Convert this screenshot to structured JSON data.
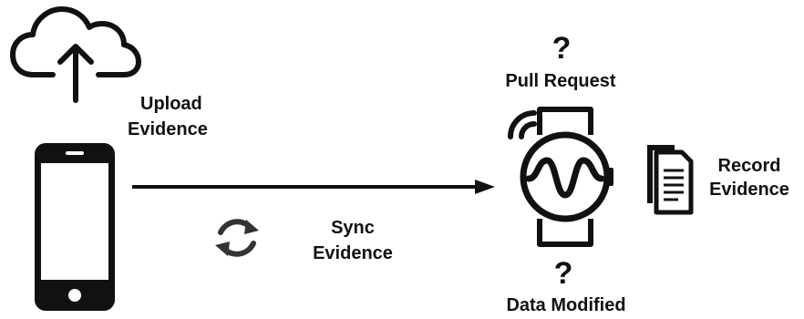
{
  "diagram": {
    "upload": {
      "line1": "Upload",
      "line2": "Evidence"
    },
    "sync": {
      "line1": "Sync",
      "line2": "Evidence"
    },
    "pull_request": {
      "mark": "?",
      "label": "Pull Request"
    },
    "data_modified": {
      "mark": "?",
      "label": "Data Modified"
    },
    "record": {
      "line1": "Record",
      "line2": "Evidence"
    }
  },
  "icons": {
    "cloud": "cloud-upload-icon",
    "phone": "smartphone-icon",
    "sync": "sync-icon",
    "watch": "smartwatch-icon",
    "documents": "documents-icon"
  },
  "colors": {
    "ink": "#111111",
    "background": "#ffffff"
  }
}
